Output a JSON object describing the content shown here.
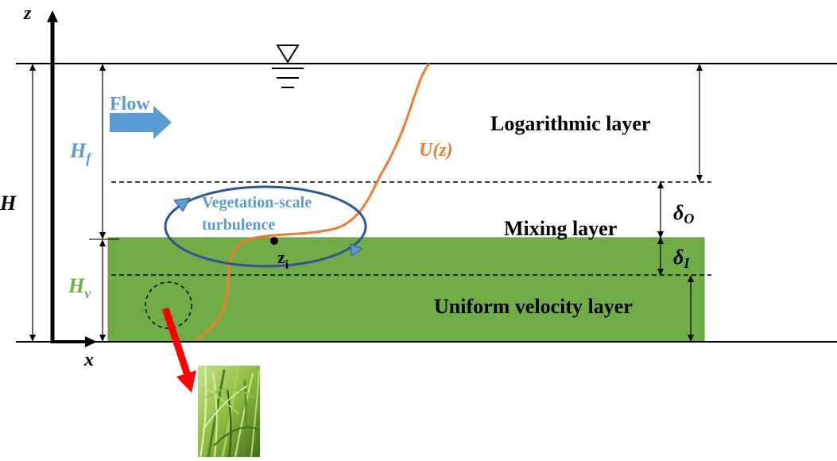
{
  "axes": {
    "z_label": "z",
    "x_label": "x"
  },
  "labels": {
    "flow": "Flow",
    "depth_total": "H",
    "depth_free_main": "H",
    "depth_free_sub": "f",
    "depth_veg_main": "H",
    "depth_veg_sub": "v",
    "velocity_profile": "U(z)",
    "log_layer": "Logarithmic layer",
    "mixing_layer": "Mixing layer",
    "uniform_layer": "Uniform  velocity layer",
    "vortex_line1": "Vegetation-scale",
    "vortex_line2": "turbulence",
    "inflection_main": "z",
    "inflection_sub": "i",
    "delta_outer_main": "δ",
    "delta_outer_sub": "O",
    "delta_inner_main": "δ",
    "delta_inner_sub": "I"
  },
  "colors": {
    "vegetation": "#70ad47",
    "vegetation_edge": "#5e9a3a",
    "flow_blue": "#5b9bd5",
    "label_blue": "#5b9bd5",
    "label_green": "#70ad47",
    "velocity_orange": "#ed7d31",
    "vortex_navy": "#2f5597",
    "arrow_red": "#ff0000",
    "line_black": "#000000"
  }
}
